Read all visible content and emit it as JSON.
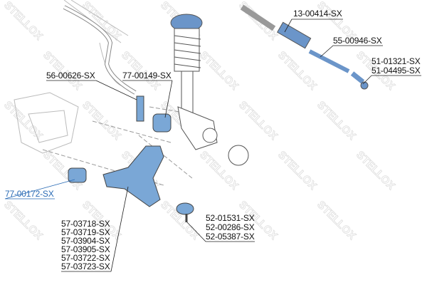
{
  "watermark": "STELLOX",
  "highlight_color": "#2a6bb5",
  "part_color": "#7aa7d6",
  "labels": {
    "steering_boot": "13-00414-SX",
    "tie_rod": "55-00946-SX",
    "tie_rod_end": [
      "51-01321-SX",
      "51-04495-SX"
    ],
    "stabilizer_link": "56-00626-SX",
    "stabilizer_bushing": "77-00149-SX",
    "arm_bushing": "77-00172-SX",
    "ball_joint": [
      "52-01531-SX",
      "52-00286-SX",
      "52-05387-SX"
    ],
    "control_arm": [
      "57-03718-SX",
      "57-03719-SX",
      "57-03904-SX",
      "57-03905-SX",
      "57-03722-SX",
      "57-03723-SX"
    ]
  }
}
